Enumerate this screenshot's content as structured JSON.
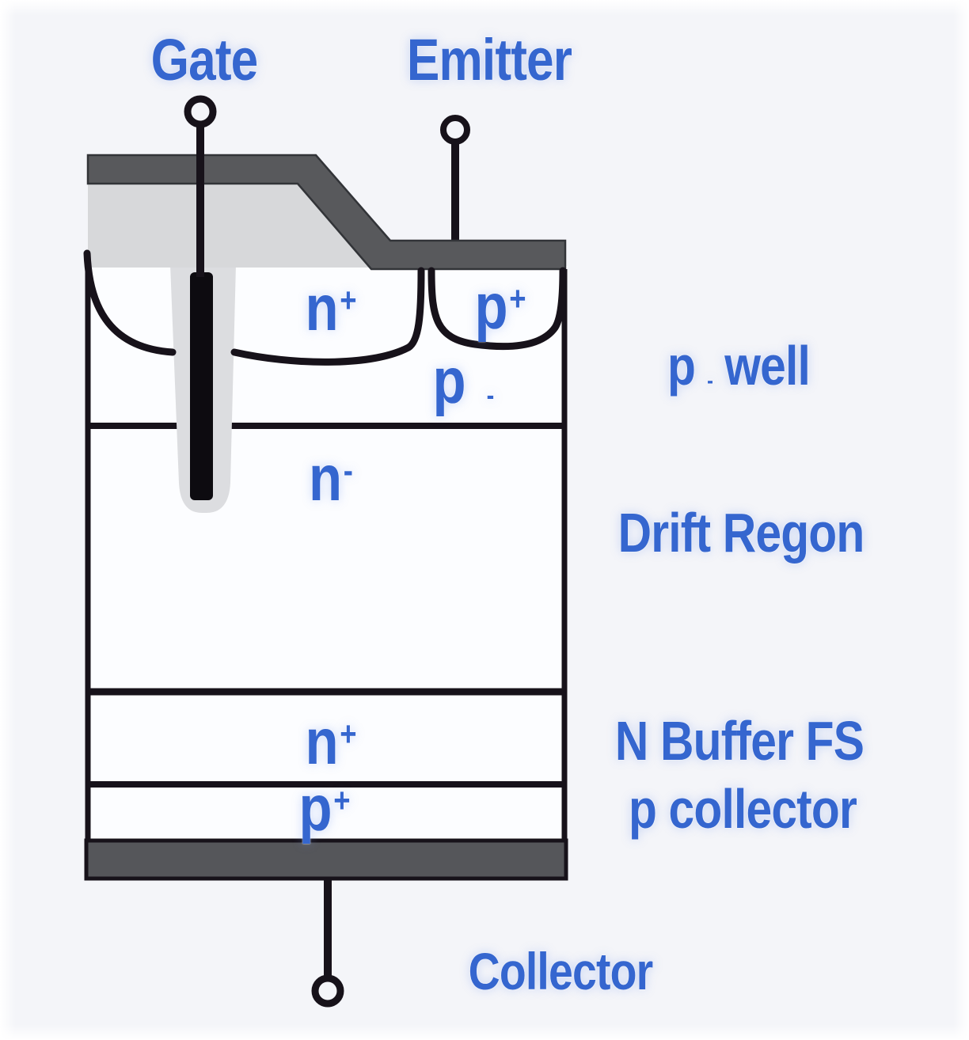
{
  "title": "IGBT trench-gate cross-section diagram",
  "terminals": {
    "gate": "Gate",
    "emitter": "Emitter",
    "collector": "Collector"
  },
  "regions": {
    "n_source": {
      "base": "n",
      "sup": "+"
    },
    "p_contact": {
      "base": "p",
      "sup": "+"
    },
    "p_well_body": {
      "base": "p",
      "dash": "-"
    },
    "n_drift": {
      "base": "n",
      "sup": "-"
    },
    "n_buffer": {
      "base": "n",
      "sup": "+"
    },
    "p_collector_layer": {
      "base": "p",
      "sup": "+"
    }
  },
  "annotations": {
    "p_well": {
      "p": "p",
      "dash": "-",
      "well": "well"
    },
    "drift_region": "Drift Regon",
    "n_buffer_fs": "N Buffer FS",
    "p_collector": "p collector"
  },
  "colors": {
    "label_blue": "#3566cf",
    "metal_gray": "#58595c",
    "oxide_gray": "#d7d8da",
    "trench_gray": "#dcdde0",
    "line_black": "#17121a",
    "silicon_white": "#fcfdff",
    "background": "#f4f5f9"
  }
}
